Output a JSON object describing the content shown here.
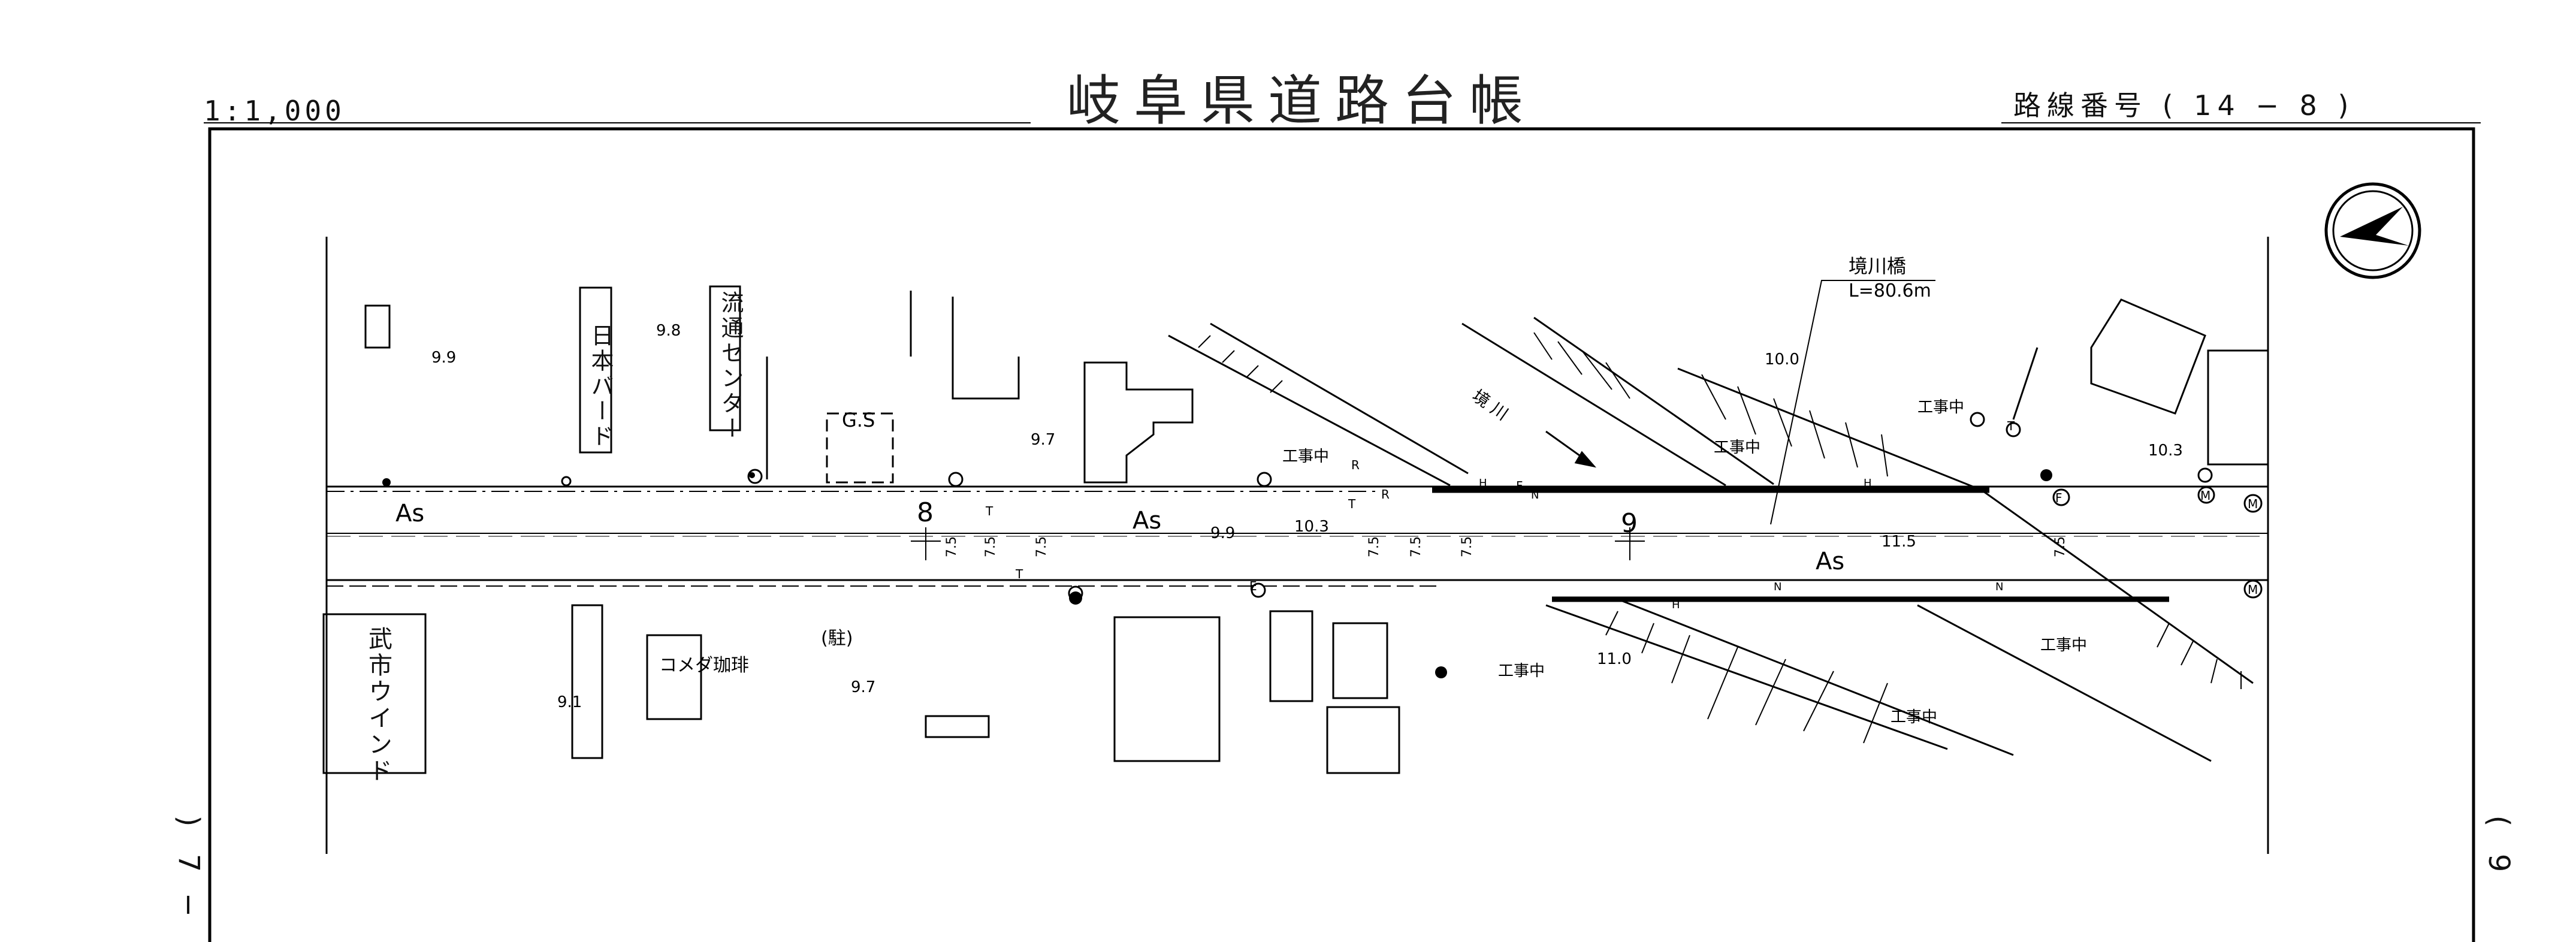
{
  "header": {
    "title": "岐阜県道路台帳",
    "scale": "1:1,000",
    "route_prefix": "路線番号",
    "route_open": "(",
    "route_number": "14",
    "route_dash": "−",
    "route_section": "8",
    "route_close": ")"
  },
  "edges": {
    "left": [
      ")",
      "7",
      "−"
    ],
    "right": [
      "(",
      "9"
    ]
  },
  "map": {
    "stations": [
      "8",
      "9"
    ],
    "road_surface": [
      "As",
      "As",
      "As"
    ],
    "elevations": [
      "9.9",
      "9.8",
      "9.7",
      "9.9",
      "10.3",
      "10.0",
      "10.3",
      "11.5",
      "9.1",
      "9.7",
      "11.0"
    ],
    "widths": [
      "7.5",
      "7.5",
      "7.5",
      "7.5",
      "7.5",
      "7.5",
      "7.5"
    ],
    "buildings": {
      "nihon_bird": "日本バード",
      "ryutsu_center": "流通センター",
      "gs": "G.S",
      "takeichi_window": "武市ウインド",
      "komeda": "コメダ珈琲",
      "parking": "(駐)"
    },
    "construction": [
      "工事中",
      "工事中",
      "工事中",
      "工事中",
      "工事中",
      "工事中"
    ],
    "bridge_name": "境川橋",
    "bridge_length": "L=80.6m",
    "river": "境 川",
    "symbols": [
      "T",
      "T",
      "T",
      "T",
      "E",
      "F",
      "F",
      "M",
      "M",
      "M",
      "R",
      "R",
      "N",
      "N",
      "N",
      "H",
      "H",
      "H"
    ]
  }
}
